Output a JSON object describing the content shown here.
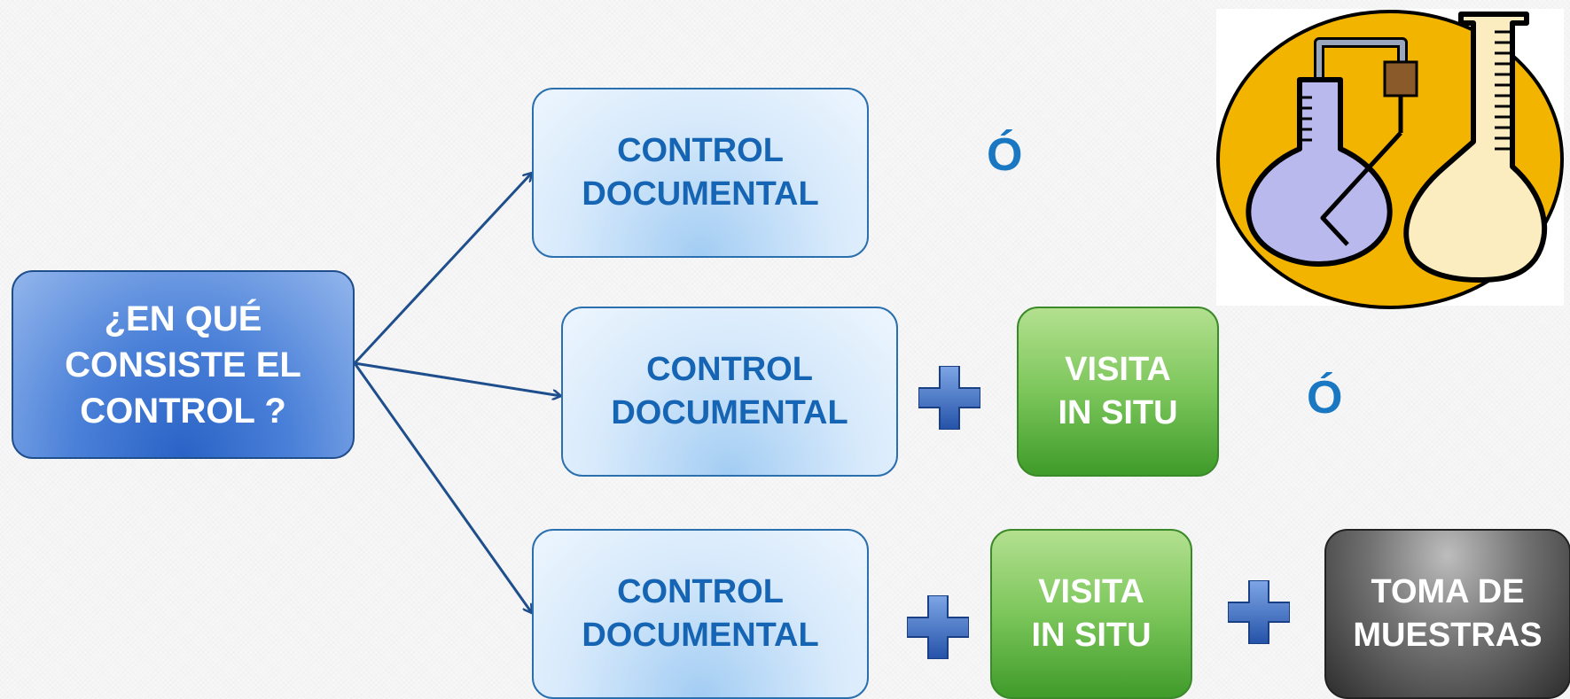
{
  "root": {
    "lines": [
      "¿EN QUÉ",
      "CONSISTE EL",
      "CONTROL ?"
    ]
  },
  "doc": {
    "lines": [
      "CONTROL",
      "DOCUMENTAL"
    ]
  },
  "visit": {
    "lines": [
      "VISITA",
      "IN SITU"
    ]
  },
  "sample": {
    "lines": [
      "TOMA DE",
      "MUESTRAS"
    ]
  },
  "or_label": "Ó",
  "icons": {
    "plus": "plus-icon",
    "lab": "lab-glassware-icon"
  },
  "colors": {
    "root_fill": "#2a63c6",
    "doc_fill": "#d6e9fb",
    "doc_text": "#1565b4",
    "visit_fill": "#7cc65b",
    "sample_fill": "#4a4a4a",
    "connector": "#1f4e8c",
    "or_text": "#1a78c2"
  }
}
